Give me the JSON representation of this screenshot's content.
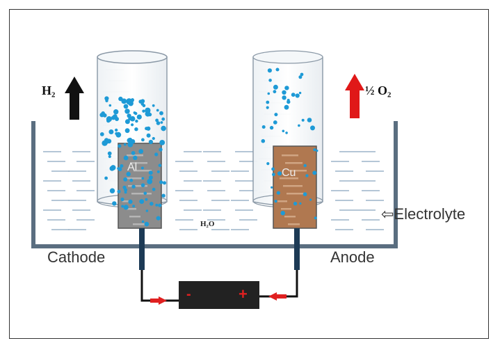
{
  "labels": {
    "cathode": "Cathode",
    "anode": "Anode",
    "electrolyte": "⇦Electrolyte",
    "water": "H₂O",
    "hydrogen": "H₂",
    "oxygen": "½ O₂",
    "aluminium": "Al",
    "copper": "Cu",
    "battery_negative": "-",
    "battery_positive": "+"
  },
  "colors": {
    "water_lines": "#9bb4c8",
    "bubble": "#1e9ad6",
    "aluminium_electrode": "#8c8c8c",
    "copper_electrode": "#b07850",
    "battery": "#222222",
    "current_arrow": "#e02020",
    "hydrogen_arrow": "#111111",
    "oxygen_arrow": "#e01818"
  },
  "icons": {
    "hydrogen_arrow": "up-arrow-icon",
    "oxygen_arrow": "up-arrow-icon",
    "current_arrow": "left-arrow-icon",
    "electrolyte_pointer": "left-arrow-outline-icon"
  }
}
